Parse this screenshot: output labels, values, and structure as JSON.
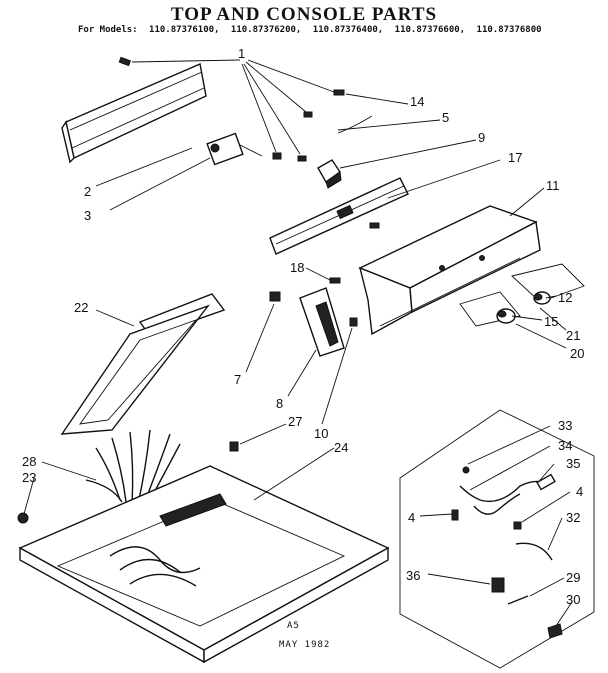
{
  "title": "TOP AND CONSOLE PARTS",
  "models_prefix": "For Models:",
  "models": [
    "110.87376100,",
    "110.87376200,",
    "110.87376400,",
    "110.87376600,",
    "110.87376800"
  ],
  "callouts": [
    "1",
    "14",
    "5",
    "9",
    "17",
    "11",
    "2",
    "3",
    "18",
    "12",
    "15",
    "21",
    "20",
    "22",
    "7",
    "8",
    "10",
    "27",
    "24",
    "28",
    "23",
    "33",
    "34",
    "35",
    "4",
    "4",
    "32",
    "36",
    "29",
    "30"
  ],
  "footer_code": "A5",
  "footer_date": "MAY 1982"
}
